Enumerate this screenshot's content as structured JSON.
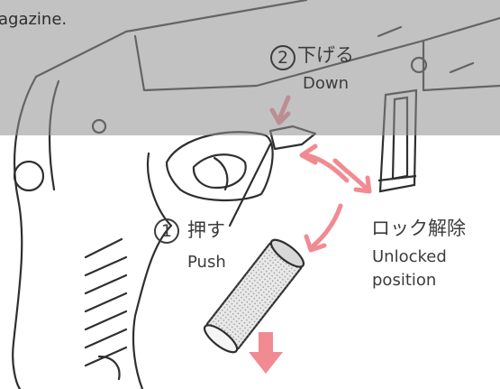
{
  "caption_fragment": "agazine.",
  "step2": {
    "number": "2",
    "jp": "下げる",
    "en": "Down"
  },
  "step1": {
    "number": "1",
    "jp": "押す",
    "en": "Push"
  },
  "unlock": {
    "jp": "ロック解除",
    "en_line1": "Unlocked",
    "en_line2": "position"
  },
  "colors": {
    "arrow": "#f28a92",
    "ink": "#3c3c3c",
    "overlay": "#9a9a9a"
  },
  "icons": [
    "gun-grip-illustration",
    "magazine-icon",
    "cartridge-icon",
    "pink-arrow-icon"
  ]
}
